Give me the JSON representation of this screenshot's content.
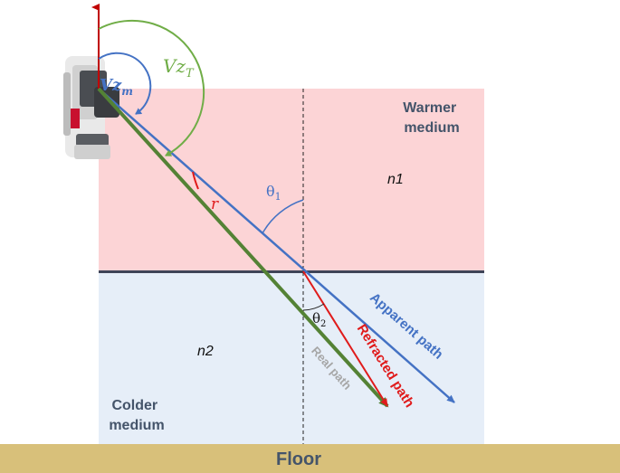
{
  "labels": {
    "warmer": [
      "Warmer",
      "medium"
    ],
    "colder": [
      "Colder",
      "medium"
    ],
    "n1": "n1",
    "n2": "n2",
    "floor": "Floor",
    "theta1": "θ",
    "theta1_sub": "1",
    "theta2": "θ",
    "theta2_sub": "2",
    "r": "r",
    "vz_t": "Vz",
    "vz_t_sub": "T",
    "vz_m": "Vz",
    "vz_m_sub": "m",
    "apparent_path": "Apparent path",
    "refracted_path": "Refracted path",
    "real_path": "Real path"
  },
  "colors": {
    "warm_fill": "#fcd4d6",
    "cold_fill": "#e6eef8",
    "floor_fill": "#d8c07a",
    "interface": "#3f4458",
    "apparent": "#4472c4",
    "refracted": "#e01b1b",
    "real": "#548235",
    "real_text": "#a6a6a6",
    "vz_t": "#70ad47",
    "vertical": "#c00000",
    "medium_text": "#44546a"
  },
  "icons": {
    "instrument": "total-station-icon"
  }
}
